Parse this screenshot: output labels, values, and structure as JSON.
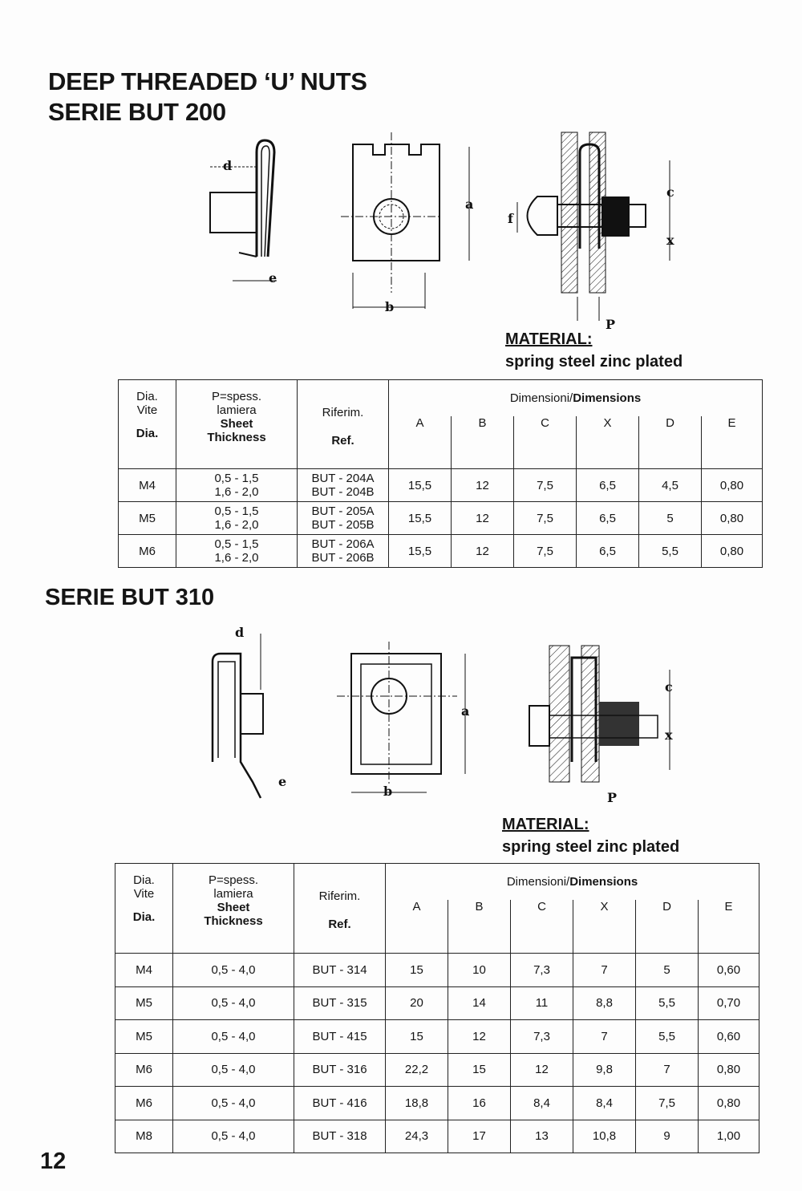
{
  "header": {
    "title_line1": "DEEP THREADED ‘U’ NUTS",
    "title_line2": "SERIE BUT 200"
  },
  "diagram_labels": {
    "d": "d",
    "e": "e",
    "a": "a",
    "b": "b",
    "c": "c",
    "f": "f",
    "x": "x",
    "p": "P"
  },
  "material1": {
    "heading": "MATERIAL:",
    "text": "spring steel zinc plated"
  },
  "table_headers": {
    "dia_1": "Dia.",
    "dia_2": "Vite",
    "dia_3": "Dia.",
    "thk_1": "P=spess.",
    "thk_2": "lamiera",
    "thk_3": "Sheet",
    "thk_4": "Thickness",
    "ref_1": "Riferim.",
    "ref_2": "Ref.",
    "dim_it": "Dimensioni/",
    "dim_en": "Dimensions",
    "cols": [
      "A",
      "B",
      "C",
      "X",
      "D",
      "E"
    ]
  },
  "table1": {
    "rows": [
      {
        "dia": "M4",
        "thickness": [
          "0,5 - 1,5",
          "1,6 - 2,0"
        ],
        "ref": [
          "BUT - 204A",
          "BUT - 204B"
        ],
        "dims": [
          "15,5",
          "12",
          "7,5",
          "6,5",
          "4,5",
          "0,80"
        ]
      },
      {
        "dia": "M5",
        "thickness": [
          "0,5 - 1,5",
          "1,6 - 2,0"
        ],
        "ref": [
          "BUT - 205A",
          "BUT - 205B"
        ],
        "dims": [
          "15,5",
          "12",
          "7,5",
          "6,5",
          "5",
          "0,80"
        ]
      },
      {
        "dia": "M6",
        "thickness": [
          "0,5 - 1,5",
          "1,6 - 2,0"
        ],
        "ref": [
          "BUT - 206A",
          "BUT - 206B"
        ],
        "dims": [
          "15,5",
          "12",
          "7,5",
          "6,5",
          "5,5",
          "0,80"
        ]
      }
    ]
  },
  "section2": {
    "title": "SERIE BUT 310"
  },
  "material2": {
    "heading": "MATERIAL:",
    "text": "spring steel zinc plated"
  },
  "table2": {
    "rows": [
      {
        "dia": "M4",
        "thickness": [
          "0,5 - 4,0"
        ],
        "ref": [
          "BUT - 314"
        ],
        "dims": [
          "15",
          "10",
          "7,3",
          "7",
          "5",
          "0,60"
        ]
      },
      {
        "dia": "M5",
        "thickness": [
          "0,5 - 4,0"
        ],
        "ref": [
          "BUT - 315"
        ],
        "dims": [
          "20",
          "14",
          "11",
          "8,8",
          "5,5",
          "0,70"
        ]
      },
      {
        "dia": "M5",
        "thickness": [
          "0,5 - 4,0"
        ],
        "ref": [
          "BUT - 415"
        ],
        "dims": [
          "15",
          "12",
          "7,3",
          "7",
          "5,5",
          "0,60"
        ]
      },
      {
        "dia": "M6",
        "thickness": [
          "0,5 - 4,0"
        ],
        "ref": [
          "BUT - 316"
        ],
        "dims": [
          "22,2",
          "15",
          "12",
          "9,8",
          "7",
          "0,80"
        ]
      },
      {
        "dia": "M6",
        "thickness": [
          "0,5 - 4,0"
        ],
        "ref": [
          "BUT - 416"
        ],
        "dims": [
          "18,8",
          "16",
          "8,4",
          "8,4",
          "7,5",
          "0,80"
        ]
      },
      {
        "dia": "M8",
        "thickness": [
          "0,5 - 4,0"
        ],
        "ref": [
          "BUT - 318"
        ],
        "dims": [
          "24,3",
          "17",
          "13",
          "10,8",
          "9",
          "1,00"
        ]
      }
    ]
  },
  "page_number": "12"
}
